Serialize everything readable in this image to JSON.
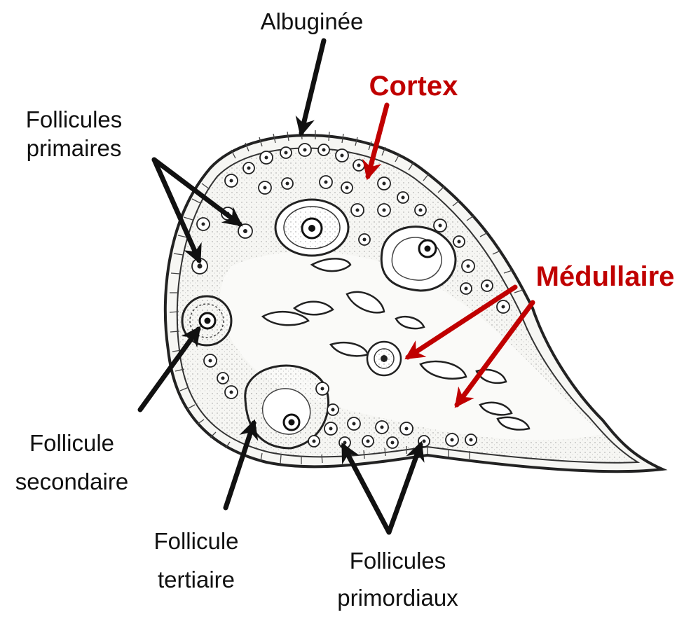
{
  "labels": {
    "albuginee": "Albuginée",
    "cortex": "Cortex",
    "medullaire": "Médullaire",
    "follicules_primaires": [
      "Follicules",
      "primaires"
    ],
    "follicule_secondaire": [
      "Follicule",
      "secondaire"
    ],
    "follicule_tertiaire": [
      "Follicule",
      "tertiaire"
    ],
    "follicules_primordiaux": [
      "Follicules",
      "primordiaux"
    ]
  },
  "colors": {
    "label_text": "#111111",
    "highlight": "#c00000",
    "ink": "#2a2a2a",
    "tissue_fill": "#f4f4f2"
  }
}
